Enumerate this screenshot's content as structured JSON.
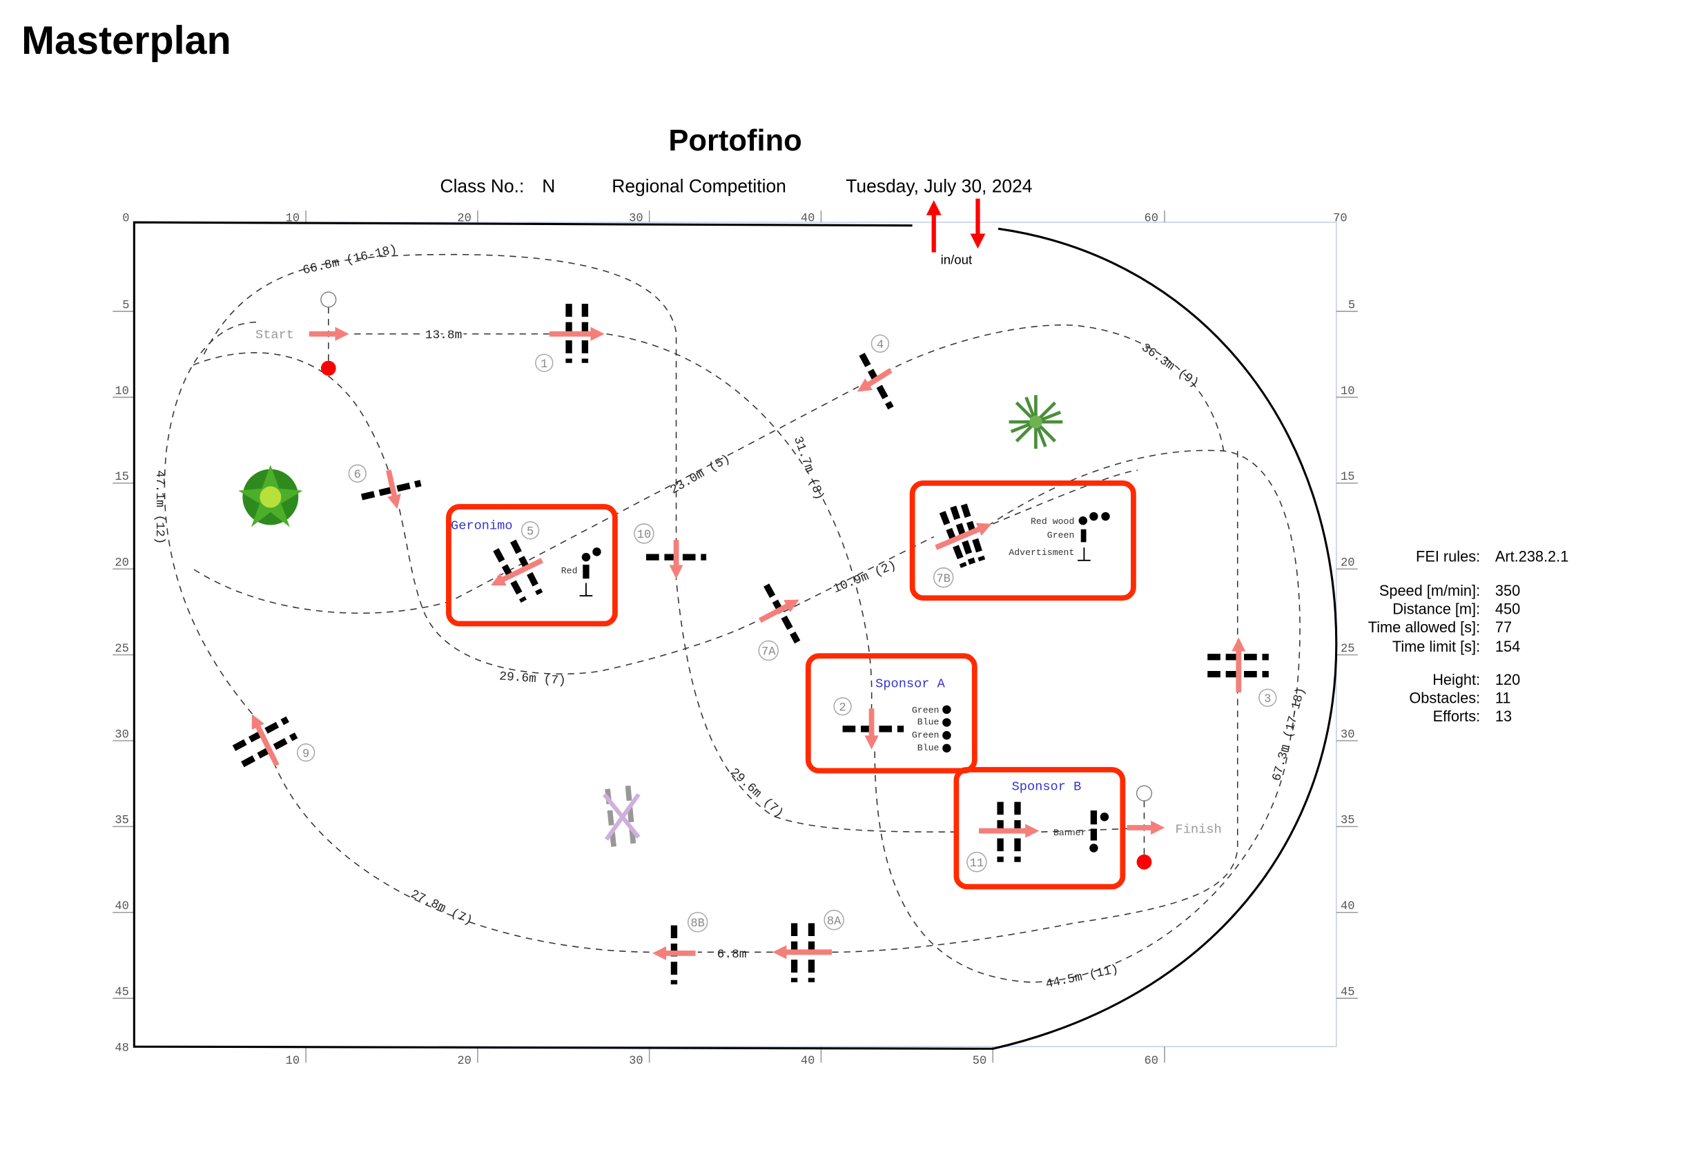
{
  "page_title": "Masterplan",
  "plan": {
    "title": "Portofino",
    "class_label": "Class No.:",
    "class_value": "N",
    "competition": "Regional Competition",
    "date": "Tuesday, July 30, 2024",
    "entry_label": "in/out",
    "start_label": "Start",
    "finish_label": "Finish"
  },
  "axes": {
    "top": [
      "0",
      "10",
      "20",
      "30",
      "40",
      "60",
      "70"
    ],
    "bottom": [
      "10",
      "20",
      "30",
      "40",
      "50",
      "60"
    ],
    "left": [
      "5",
      "10",
      "15",
      "20",
      "25",
      "30",
      "35",
      "40",
      "45",
      "48"
    ],
    "right": [
      "5",
      "10",
      "15",
      "20",
      "25",
      "30",
      "35",
      "40",
      "45"
    ]
  },
  "obstacles": [
    "1",
    "2",
    "3",
    "4",
    "5",
    "6",
    "7A",
    "7B",
    "8A",
    "8B",
    "9",
    "10",
    "11"
  ],
  "distances": [
    "66.8m (16-18)",
    "13.8m",
    "36.3m (9)",
    "31.7m (8)",
    "23.0m (5)",
    "47.1m (12)",
    "10.9m (2)",
    "29.6m (7)",
    "29.6m (7)",
    "67.3m (17-18)",
    "27.8m (7)",
    "6.8m",
    "44.5m (11)"
  ],
  "sponsors": {
    "geronimo": {
      "name": "Geronimo",
      "colors": [
        "Red"
      ]
    },
    "seven_b": {
      "colors": [
        "Red wood",
        "Green",
        "Advertisment"
      ]
    },
    "sponsor_a": {
      "name": "Sponsor A",
      "colors": [
        "Green",
        "Blue",
        "Green",
        "Blue"
      ]
    },
    "sponsor_b": {
      "name": "Sponsor B",
      "colors": [
        "Banner"
      ]
    }
  },
  "info": [
    {
      "label": "FEI rules:",
      "value": "Art.238.2.1"
    },
    {
      "label": "Speed [m/min]:",
      "value": "350"
    },
    {
      "label": "Distance [m]:",
      "value": "450"
    },
    {
      "label": "Time allowed [s]:",
      "value": "77"
    },
    {
      "label": "Time limit [s]:",
      "value": "154"
    },
    {
      "label": "Height:",
      "value": "120"
    },
    {
      "label": "Obstacles:",
      "value": "11"
    },
    {
      "label": "Efforts:",
      "value": "13"
    }
  ],
  "colors": {
    "highlight": "#ff2a00",
    "direction_arrow": "#f47f7a",
    "sponsor_text": "#3333cc",
    "entry_arrow": "#ff0000"
  }
}
